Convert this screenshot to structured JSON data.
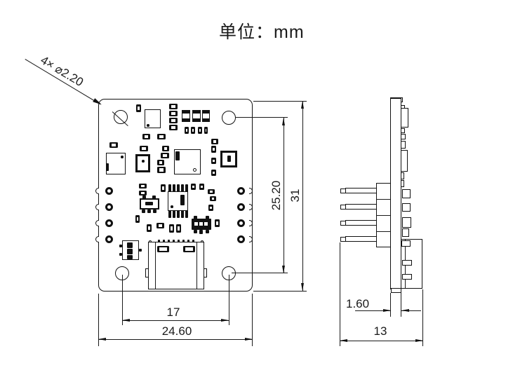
{
  "title": "单位：mm",
  "front_view": {
    "hole_callout": "4× ⌀2.20",
    "hole_spacing_vertical": "25.20",
    "board_height": "31",
    "hole_spacing_horizontal": "17",
    "board_width": "24.60"
  },
  "side_view": {
    "board_thickness": "1.60",
    "overall_depth": "13"
  },
  "colors": {
    "line": "#1a1a1a",
    "background": "#ffffff"
  }
}
